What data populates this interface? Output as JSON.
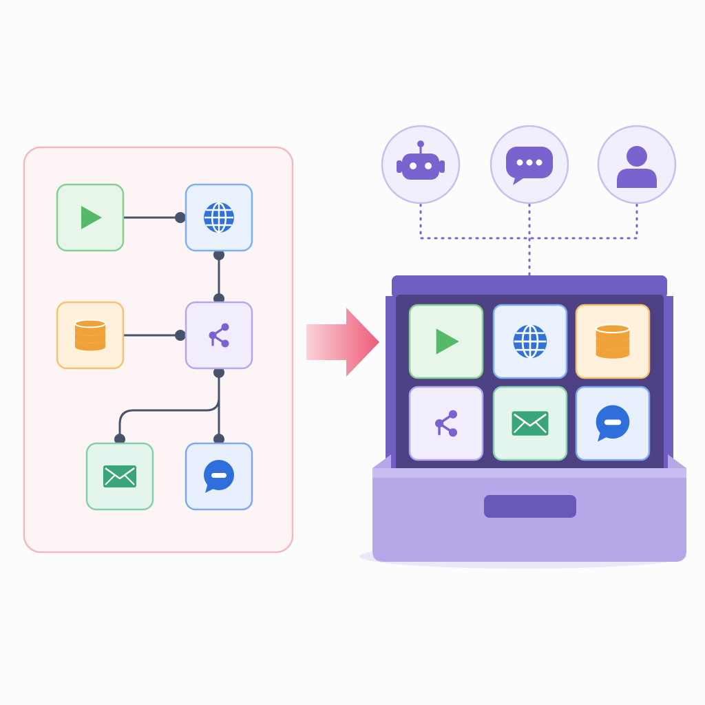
{
  "colors": {
    "background": "#fcfcfd",
    "panel_fill": "#fdf4f6",
    "panel_border": "#f5b8c2",
    "connector": "#46536a",
    "arrow_start": "#fbd3da",
    "arrow_end": "#ee5b79",
    "box_body": "#b6a7e9",
    "box_lid": "#6f5dc1",
    "box_inner": "#4d4183",
    "box_handle": "#6a58b8",
    "avatar_fill": "#f2effc",
    "avatar_border": "#c9bfee",
    "avatar_icon": "#7a63cf",
    "dotted_line": "#7a63cf",
    "tiles": {
      "start": {
        "fill": "#e8f6ea",
        "stroke": "#86cf92",
        "icon": "#56b96a"
      },
      "globe": {
        "fill": "#e9f1fd",
        "stroke": "#7fb0ef",
        "icon": "#2f73da"
      },
      "data": {
        "fill": "#fff1dc",
        "stroke": "#f5c272",
        "icon": "#f0a23a"
      },
      "branch": {
        "fill": "#f1edfc",
        "stroke": "#b6a6ec",
        "icon": "#7a63cf"
      },
      "email": {
        "fill": "#e4f5ee",
        "stroke": "#86cfae",
        "icon": "#3aa57a"
      },
      "chat": {
        "fill": "#e8f0fd",
        "stroke": "#7fa9ef",
        "icon": "#2f6fdc"
      }
    }
  },
  "workflow": {
    "nodes": [
      {
        "id": "start",
        "icon": "play-icon"
      },
      {
        "id": "globe",
        "icon": "globe-icon"
      },
      {
        "id": "data",
        "icon": "database-icon"
      },
      {
        "id": "branch",
        "icon": "share-icon"
      },
      {
        "id": "email",
        "icon": "mail-icon"
      },
      {
        "id": "chat",
        "icon": "chat-icon"
      }
    ],
    "edges": [
      {
        "from": "start",
        "to": "globe"
      },
      {
        "from": "globe",
        "to": "branch"
      },
      {
        "from": "data",
        "to": "branch"
      },
      {
        "from": "branch",
        "to": "email"
      },
      {
        "from": "branch",
        "to": "chat"
      }
    ]
  },
  "flow_arrow": {
    "icon": "arrow-right-icon"
  },
  "toolbox": {
    "tiles": [
      "start",
      "globe",
      "data",
      "branch",
      "email",
      "chat"
    ]
  },
  "consumers": [
    {
      "id": "agent",
      "icon": "robot-icon"
    },
    {
      "id": "chat",
      "icon": "chat-bubble-icon"
    },
    {
      "id": "user",
      "icon": "user-icon"
    }
  ]
}
